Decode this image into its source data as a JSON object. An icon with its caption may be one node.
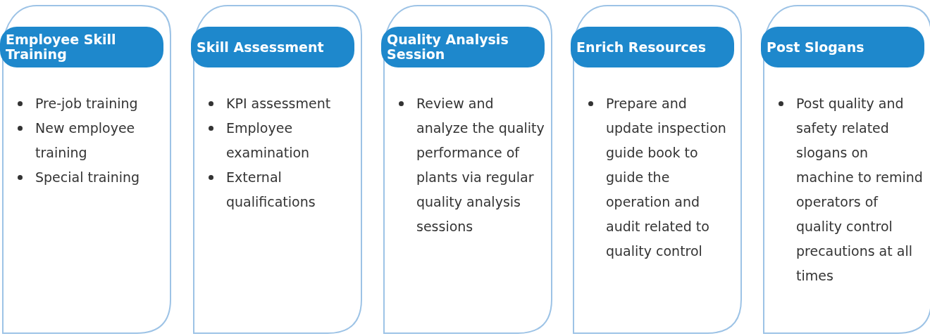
{
  "diagram": {
    "nodes": [
      {
        "text": [
          "Employee Skill Training",
          "Pre-job training",
          "New employee training",
          "Special training"
        ]
      },
      {
        "text": [
          "Skill Assessment",
          "KPI assessment",
          "Employee examination",
          "External qualifications"
        ]
      },
      {
        "text": [
          "Quality Analysis Session",
          "Review and analyze the quality performance of plants via regular quality analysis sessions"
        ]
      },
      {
        "text": [
          "Enrich Resources",
          "Prepare and update inspection guide book to guide the operation and audit related to quality control"
        ]
      },
      {
        "text": [
          "Post Slogans",
          "Post quality and safety related slogans on machine to remind operators of quality control precautions at all times"
        ]
      }
    ]
  }
}
